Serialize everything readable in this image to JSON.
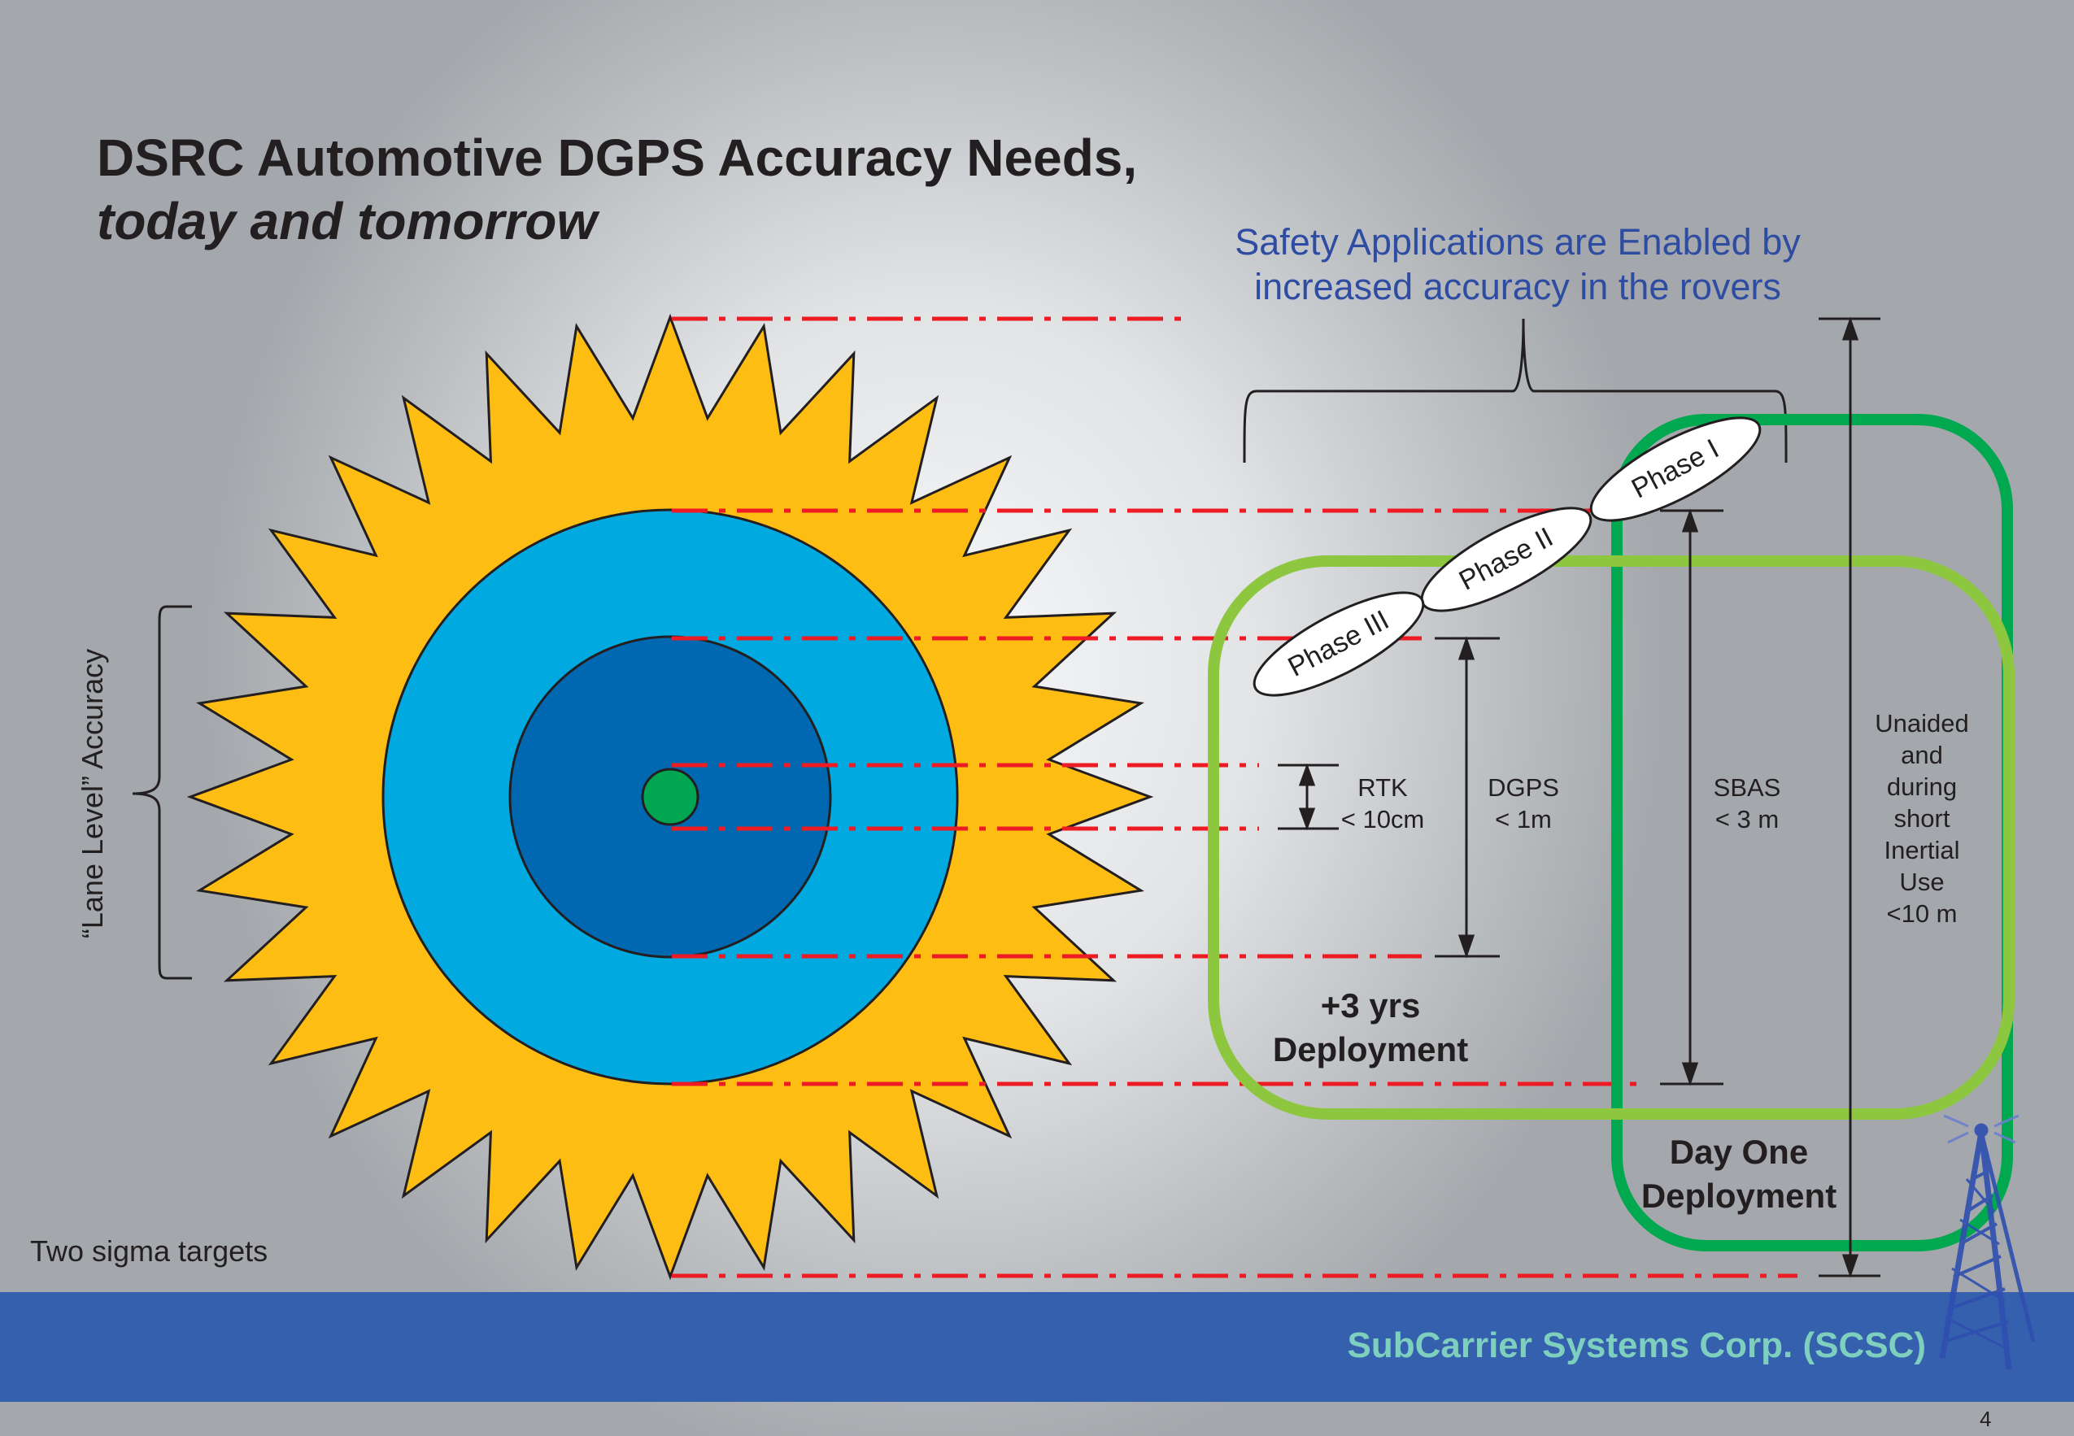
{
  "slide": {
    "title_line1": "DSRC Automotive DGPS Accuracy Needs,",
    "title_line2": "today and tomorrow",
    "safety_note_line1": "Safety Applications are Enabled by",
    "safety_note_line2": "increased accuracy in the rovers",
    "lane_level_label": "“Lane Level” Accuracy",
    "two_sigma_label": "Two sigma targets",
    "phases": [
      "Phase I",
      "Phase II",
      "Phase III"
    ],
    "accuracy_levels": [
      {
        "name": "RTK",
        "value": "< 10cm"
      },
      {
        "name": "DGPS",
        "value": "< 1m"
      },
      {
        "name": "SBAS",
        "value": "< 3 m"
      },
      {
        "name": "Unaided and during short Inertial Use",
        "lines": [
          "Unaided",
          "and",
          "during",
          "short",
          "Inertial",
          "Use",
          "<10 m"
        ]
      }
    ],
    "deployments": [
      {
        "line1": "+3 yrs",
        "line2": "Deployment"
      },
      {
        "line1": "Day One",
        "line2": "Deployment"
      }
    ],
    "footer_company": "SubCarrier Systems Corp. (SCSC)",
    "page_number": "4"
  },
  "colors": {
    "sun": "#fdbd13",
    "outer_circle": "#00a9e0",
    "inner_circle": "#0067b1",
    "center_dot": "#00a651",
    "dash_line": "#ed1c24",
    "box_plus3": "#8dc63f",
    "box_day_one": "#00a94f",
    "footer": "#3560ad",
    "footer_text": "#7fcfbf",
    "accent_text": "#2e4da2"
  }
}
